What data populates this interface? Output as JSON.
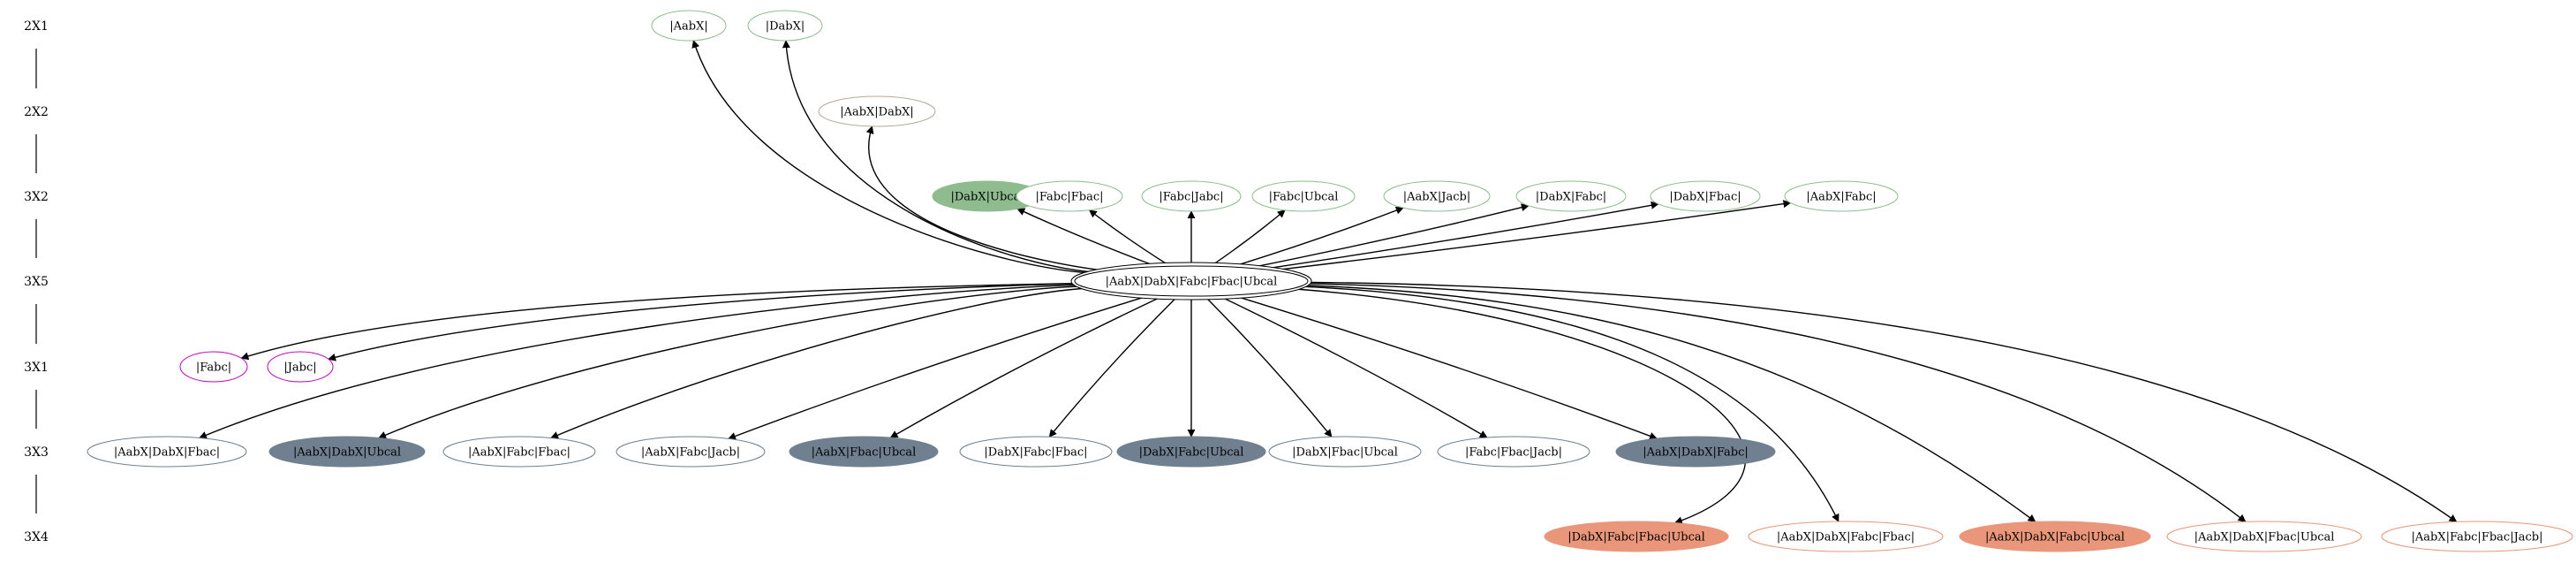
{
  "ranks": [
    {
      "id": "r0",
      "label": "2X1"
    },
    {
      "id": "r1",
      "label": "2X2"
    },
    {
      "id": "r2",
      "label": "3X2"
    },
    {
      "id": "r3",
      "label": "3X5"
    },
    {
      "id": "r4",
      "label": "3X1"
    },
    {
      "id": "r5",
      "label": "3X3"
    },
    {
      "id": "r6",
      "label": "3X4"
    }
  ],
  "colors": {
    "green_outline": "#8fbc8f",
    "green_fill": "#8fbc8f",
    "magenta_outline": "#c000c0",
    "slate_outline": "#708090",
    "slate_fill": "#708090",
    "salmon_outline": "#e9967a",
    "salmon_fill": "#e9967a",
    "edge": "#000000"
  },
  "nodes": [
    {
      "id": "n_aabx",
      "label": "|AabX|",
      "rank": 0,
      "style": "green-outline"
    },
    {
      "id": "n_dabx",
      "label": "|DabX|",
      "rank": 0,
      "style": "green-outline"
    },
    {
      "id": "n_aabx_dabx",
      "label": "|AabX|DabX|",
      "rank": 1,
      "style": "salmon-outline-thin"
    },
    {
      "id": "n_dabx_ubcal",
      "label": "|DabX|Ubcal",
      "rank": 2,
      "style": "green-fill"
    },
    {
      "id": "n_fabc_fbac",
      "label": "|Fabc|Fbac|",
      "rank": 2,
      "style": "green-outline"
    },
    {
      "id": "n_fabc_jabc",
      "label": "|Fabc|Jabc|",
      "rank": 2,
      "style": "green-outline"
    },
    {
      "id": "n_fabc_ubcal",
      "label": "|Fabc|Ubcal",
      "rank": 2,
      "style": "green-outline"
    },
    {
      "id": "n_aabx_jacb",
      "label": "|AabX|Jacb|",
      "rank": 2,
      "style": "green-outline"
    },
    {
      "id": "n_dabx_fabc",
      "label": "|DabX|Fabc|",
      "rank": 2,
      "style": "green-outline"
    },
    {
      "id": "n_dabx_fbac",
      "label": "|DabX|Fbac|",
      "rank": 2,
      "style": "green-outline"
    },
    {
      "id": "n_aabx_fabc",
      "label": "|AabX|Fabc|",
      "rank": 2,
      "style": "green-outline"
    },
    {
      "id": "n_root",
      "label": "|AabX|DabX|Fabc|Fbac|Ubcal",
      "rank": 3,
      "style": "root"
    },
    {
      "id": "n_fabc",
      "label": "|Fabc|",
      "rank": 4,
      "style": "magenta-outline"
    },
    {
      "id": "n_jabc",
      "label": "|Jabc|",
      "rank": 4,
      "style": "magenta-outline"
    },
    {
      "id": "n_aabx_dabx_fbac",
      "label": "|AabX|DabX|Fbac|",
      "rank": 5,
      "style": "slate-outline"
    },
    {
      "id": "n_aabx_dabx_ubcal",
      "label": "|AabX|DabX|Ubcal",
      "rank": 5,
      "style": "slate-fill"
    },
    {
      "id": "n_aabx_fabc_fbac",
      "label": "|AabX|Fabc|Fbac|",
      "rank": 5,
      "style": "slate-outline"
    },
    {
      "id": "n_aabx_fabc_jacb",
      "label": "|AabX|Fabc|Jacb|",
      "rank": 5,
      "style": "slate-outline"
    },
    {
      "id": "n_aabx_fbac_ubcal",
      "label": "|AabX|Fbac|Ubcal",
      "rank": 5,
      "style": "slate-fill"
    },
    {
      "id": "n_dabx_fabc_fbac",
      "label": "|DabX|Fabc|Fbac|",
      "rank": 5,
      "style": "slate-outline"
    },
    {
      "id": "n_dabx_fabc_ubcal",
      "label": "|DabX|Fabc|Ubcal",
      "rank": 5,
      "style": "slate-fill"
    },
    {
      "id": "n_dabx_fbac_ubcal",
      "label": "|DabX|Fbac|Ubcal",
      "rank": 5,
      "style": "slate-outline"
    },
    {
      "id": "n_fabc_fbac_jacb",
      "label": "|Fabc|Fbac|Jacb|",
      "rank": 5,
      "style": "slate-outline"
    },
    {
      "id": "n_aabx_dabx_fabc",
      "label": "|AabX|DabX|Fabc|",
      "rank": 5,
      "style": "slate-fill"
    },
    {
      "id": "n_dabx_fabc_fbac_ubcal",
      "label": "|DabX|Fabc|Fbac|Ubcal",
      "rank": 6,
      "style": "salmon-fill"
    },
    {
      "id": "n_aabx_dabx_fabc_fbac",
      "label": "|AabX|DabX|Fabc|Fbac|",
      "rank": 6,
      "style": "salmon-outline"
    },
    {
      "id": "n_aabx_dabx_fabc_ubcal",
      "label": "|AabX|DabX|Fabc|Ubcal",
      "rank": 6,
      "style": "salmon-fill"
    },
    {
      "id": "n_aabx_dabx_fbac_ubcal",
      "label": "|AabX|DabX|Fbac|Ubcal",
      "rank": 6,
      "style": "salmon-outline"
    },
    {
      "id": "n_aabx_fabc_fbac_jacb",
      "label": "|AabX|Fabc|Fbac|Jacb|",
      "rank": 6,
      "style": "salmon-outline"
    }
  ],
  "edges": [
    {
      "from": "n_root",
      "to": "n_aabx"
    },
    {
      "from": "n_root",
      "to": "n_dabx"
    },
    {
      "from": "n_root",
      "to": "n_aabx_dabx"
    },
    {
      "from": "n_root",
      "to": "n_dabx_ubcal"
    },
    {
      "from": "n_root",
      "to": "n_fabc_fbac"
    },
    {
      "from": "n_root",
      "to": "n_fabc_jabc"
    },
    {
      "from": "n_root",
      "to": "n_fabc_ubcal"
    },
    {
      "from": "n_root",
      "to": "n_aabx_jacb"
    },
    {
      "from": "n_root",
      "to": "n_dabx_fabc"
    },
    {
      "from": "n_root",
      "to": "n_dabx_fbac"
    },
    {
      "from": "n_root",
      "to": "n_aabx_fabc"
    },
    {
      "from": "n_root",
      "to": "n_fabc"
    },
    {
      "from": "n_root",
      "to": "n_jabc"
    },
    {
      "from": "n_root",
      "to": "n_aabx_dabx_fbac"
    },
    {
      "from": "n_root",
      "to": "n_aabx_dabx_ubcal"
    },
    {
      "from": "n_root",
      "to": "n_aabx_fabc_fbac"
    },
    {
      "from": "n_root",
      "to": "n_aabx_fabc_jacb"
    },
    {
      "from": "n_root",
      "to": "n_aabx_fbac_ubcal"
    },
    {
      "from": "n_root",
      "to": "n_dabx_fabc_fbac"
    },
    {
      "from": "n_root",
      "to": "n_dabx_fabc_ubcal"
    },
    {
      "from": "n_root",
      "to": "n_dabx_fbac_ubcal"
    },
    {
      "from": "n_root",
      "to": "n_fabc_fbac_jacb"
    },
    {
      "from": "n_root",
      "to": "n_aabx_dabx_fabc"
    },
    {
      "from": "n_root",
      "to": "n_dabx_fabc_fbac_ubcal"
    },
    {
      "from": "n_root",
      "to": "n_aabx_dabx_fabc_fbac"
    },
    {
      "from": "n_root",
      "to": "n_aabx_dabx_fabc_ubcal"
    },
    {
      "from": "n_root",
      "to": "n_aabx_dabx_fbac_ubcal"
    },
    {
      "from": "n_root",
      "to": "n_aabx_fabc_fbac_jacb"
    }
  ]
}
